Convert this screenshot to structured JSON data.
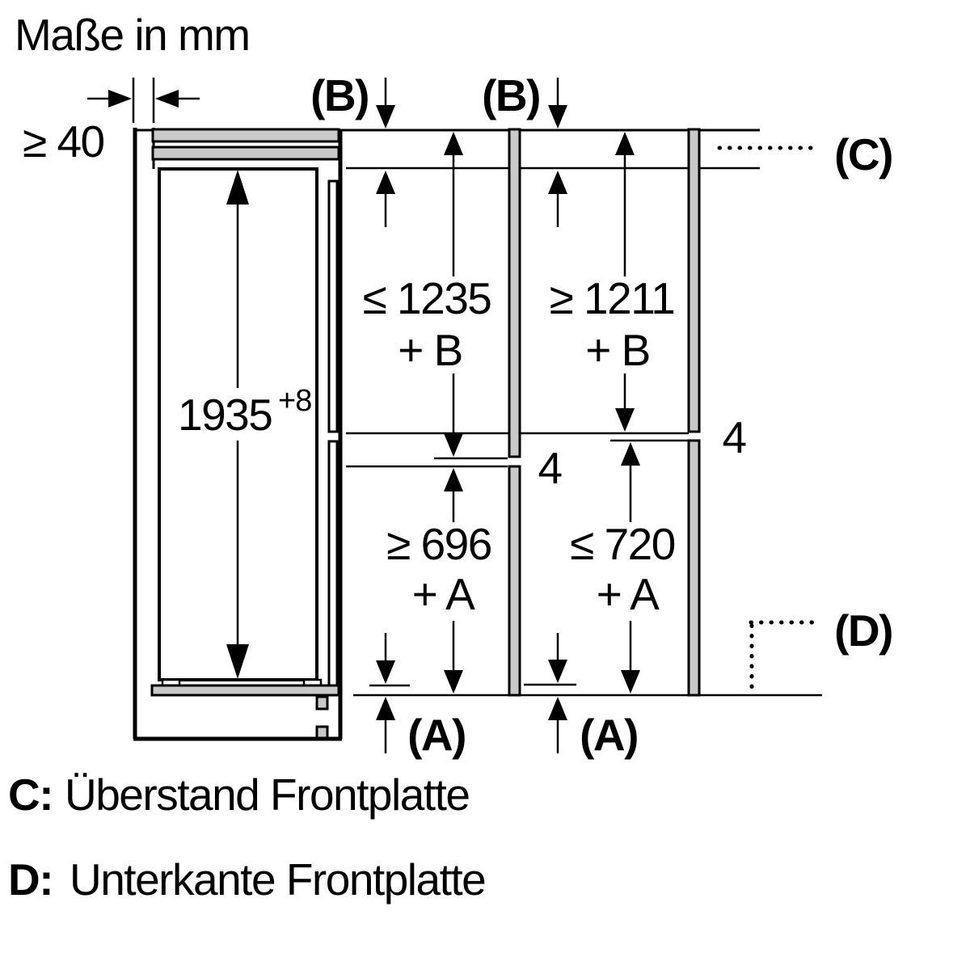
{
  "title": "Maße in mm",
  "labels": {
    "min_wall_gap": "≥ 40",
    "b_top_1": "(B)",
    "b_top_2": "(B)",
    "c_ref": "(C)",
    "d_ref": "(D)",
    "a_bottom_1": "(A)",
    "a_bottom_2": "(A)",
    "niche_height": "1935",
    "niche_height_tolerance": "+8",
    "gap_middle_panel": "4",
    "gap_right_panel": "4"
  },
  "dimensions": {
    "upper_left_value": "≤ 1235",
    "upper_left_suffix": "+ B",
    "upper_right_value": "≥ 1211",
    "upper_right_suffix": "+ B",
    "lower_left_value": "≥ 696",
    "lower_left_suffix": "+ A",
    "lower_right_value": "≤ 720",
    "lower_right_suffix": "+ A"
  },
  "legend": {
    "c_key": "C:",
    "c_text": "Überstand Frontplatte",
    "d_key": "D:",
    "d_text": "Unterkante Frontplatte"
  },
  "colors": {
    "line": "#000000",
    "panel_fill": "#c9c9c9",
    "background": "#ffffff"
  }
}
